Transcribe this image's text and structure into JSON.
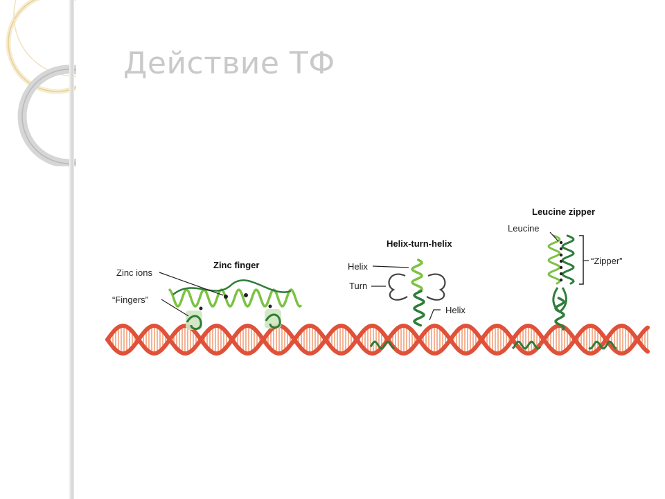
{
  "slide": {
    "title": "Действие ТФ"
  },
  "diagram": {
    "zinc_finger": {
      "title": "Zinc finger",
      "zinc_ions_label": "Zinc ions",
      "fingers_label": "“Fingers”"
    },
    "helix_turn_helix": {
      "title": "Helix-turn-helix",
      "helix_label_1": "Helix",
      "turn_label": "Turn",
      "helix_label_2": "Helix"
    },
    "leucine_zipper": {
      "title": "Leucine zipper",
      "leucine_label": "Leucine",
      "zipper_label": "“Zipper”"
    },
    "colors": {
      "dna_strand": "#e0513a",
      "dna_rung": "#f2a07a",
      "protein_light": "#7dc242",
      "protein_dark": "#2e7d3a"
    }
  }
}
